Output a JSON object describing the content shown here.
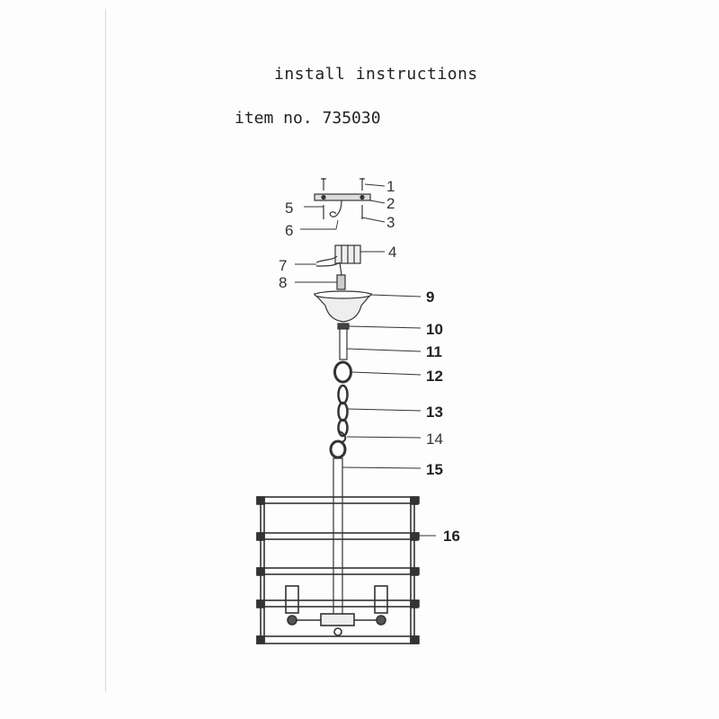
{
  "title": "install  instructions",
  "item_number": "item no. 735030",
  "part_labels": [
    "1",
    "2",
    "3",
    "4",
    "5",
    "6",
    "7",
    "8",
    "9",
    "10",
    "11",
    "12",
    "13",
    "14",
    "15",
    "16"
  ],
  "colors": {
    "ink": "#333333",
    "paper": "#fdfdfd"
  }
}
